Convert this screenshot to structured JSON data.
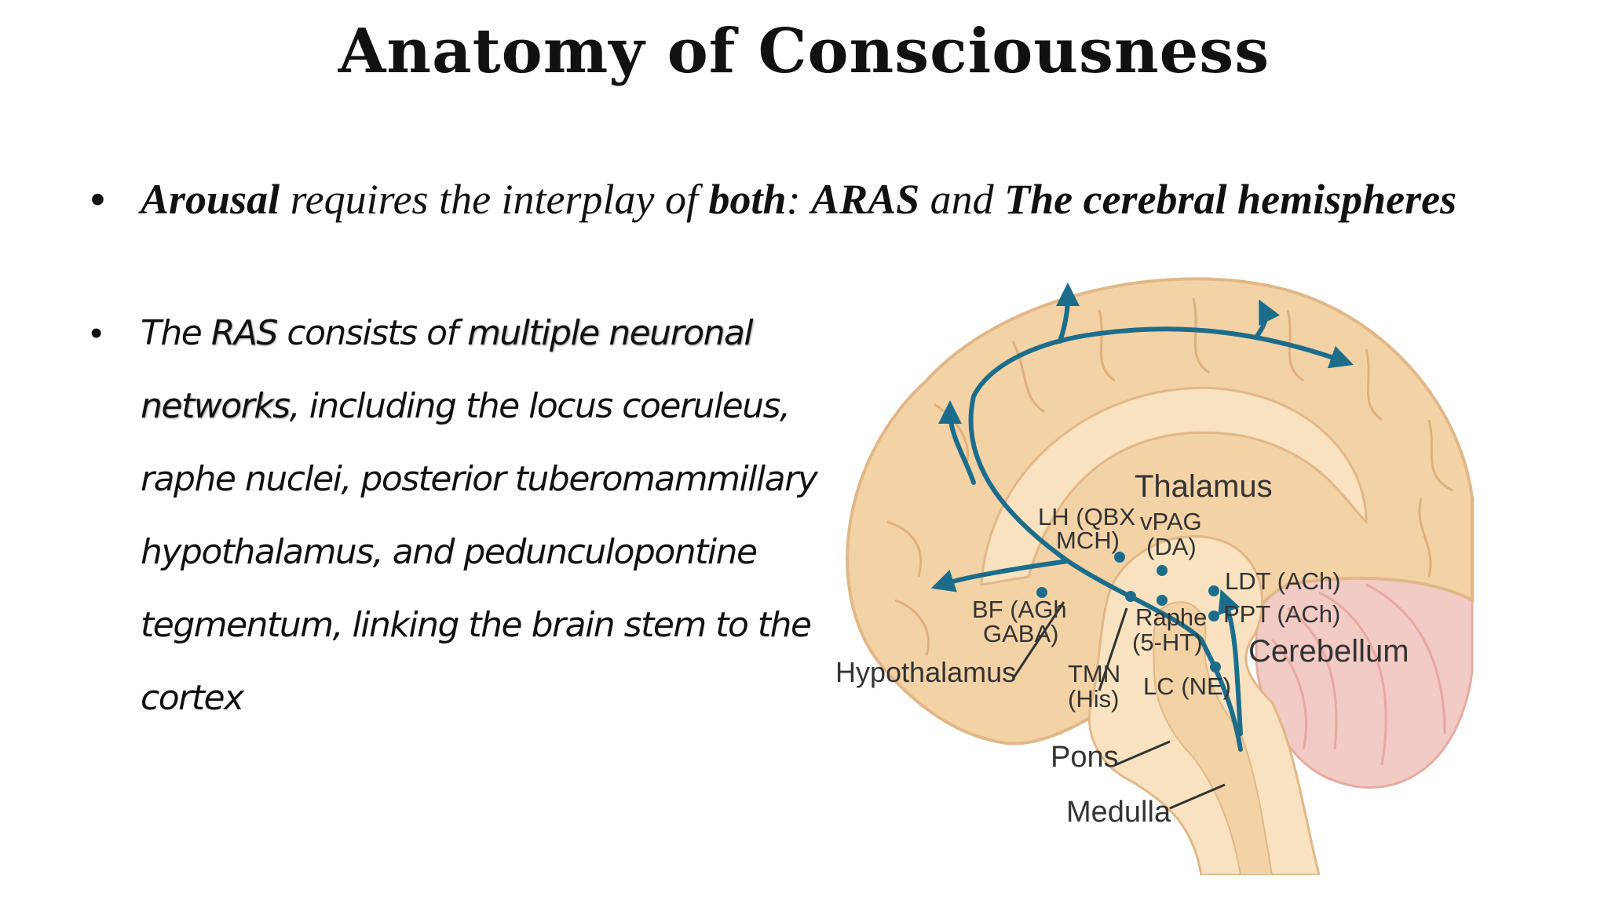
{
  "title": "Anatomy of Consciousness",
  "bullet1": {
    "arousal": "Arousal",
    "t1": " requires the interplay of ",
    "both": "both",
    "t2": ": ",
    "aras": "ARAS",
    "t3": " and ",
    "cerebral": "The cerebral hemispheres"
  },
  "bullet2": {
    "t1": "The ",
    "ras": "RAS",
    "t2": " consists of ",
    "networks": "multiple neuronal networks",
    "t3": ", including the locus coeruleus, raphe nuclei, posterior tuberomammillary hypothalamus, and pedunculopontine tegmentum, linking the brain stem to the cortex"
  },
  "diagram": {
    "thalamus": "Thalamus",
    "lh1": "LH (QBX",
    "lh2": "MCH)",
    "vpag1": "vPAG",
    "vpag2": "(DA)",
    "ldt": "LDT (ACh)",
    "ppt": "PPT (ACh)",
    "bf1": "BF (AGh",
    "bf2": "GABA)",
    "raphe1": "Raphe",
    "raphe2": "(5-HT)",
    "cerebellum": "Cerebellum",
    "hypothalamus": "Hypothalamus",
    "tmn1": "TMN",
    "tmn2": "(His)",
    "lc": "LC (NE)",
    "pons": "Pons",
    "medulla": "Medulla",
    "colors": {
      "brain_fill": "#f3d3a6",
      "brain_inner": "#f8e2c0",
      "brain_outline": "#e2b787",
      "cerebellum": "#f2cbc4",
      "pathway": "#1c6d8b"
    }
  }
}
